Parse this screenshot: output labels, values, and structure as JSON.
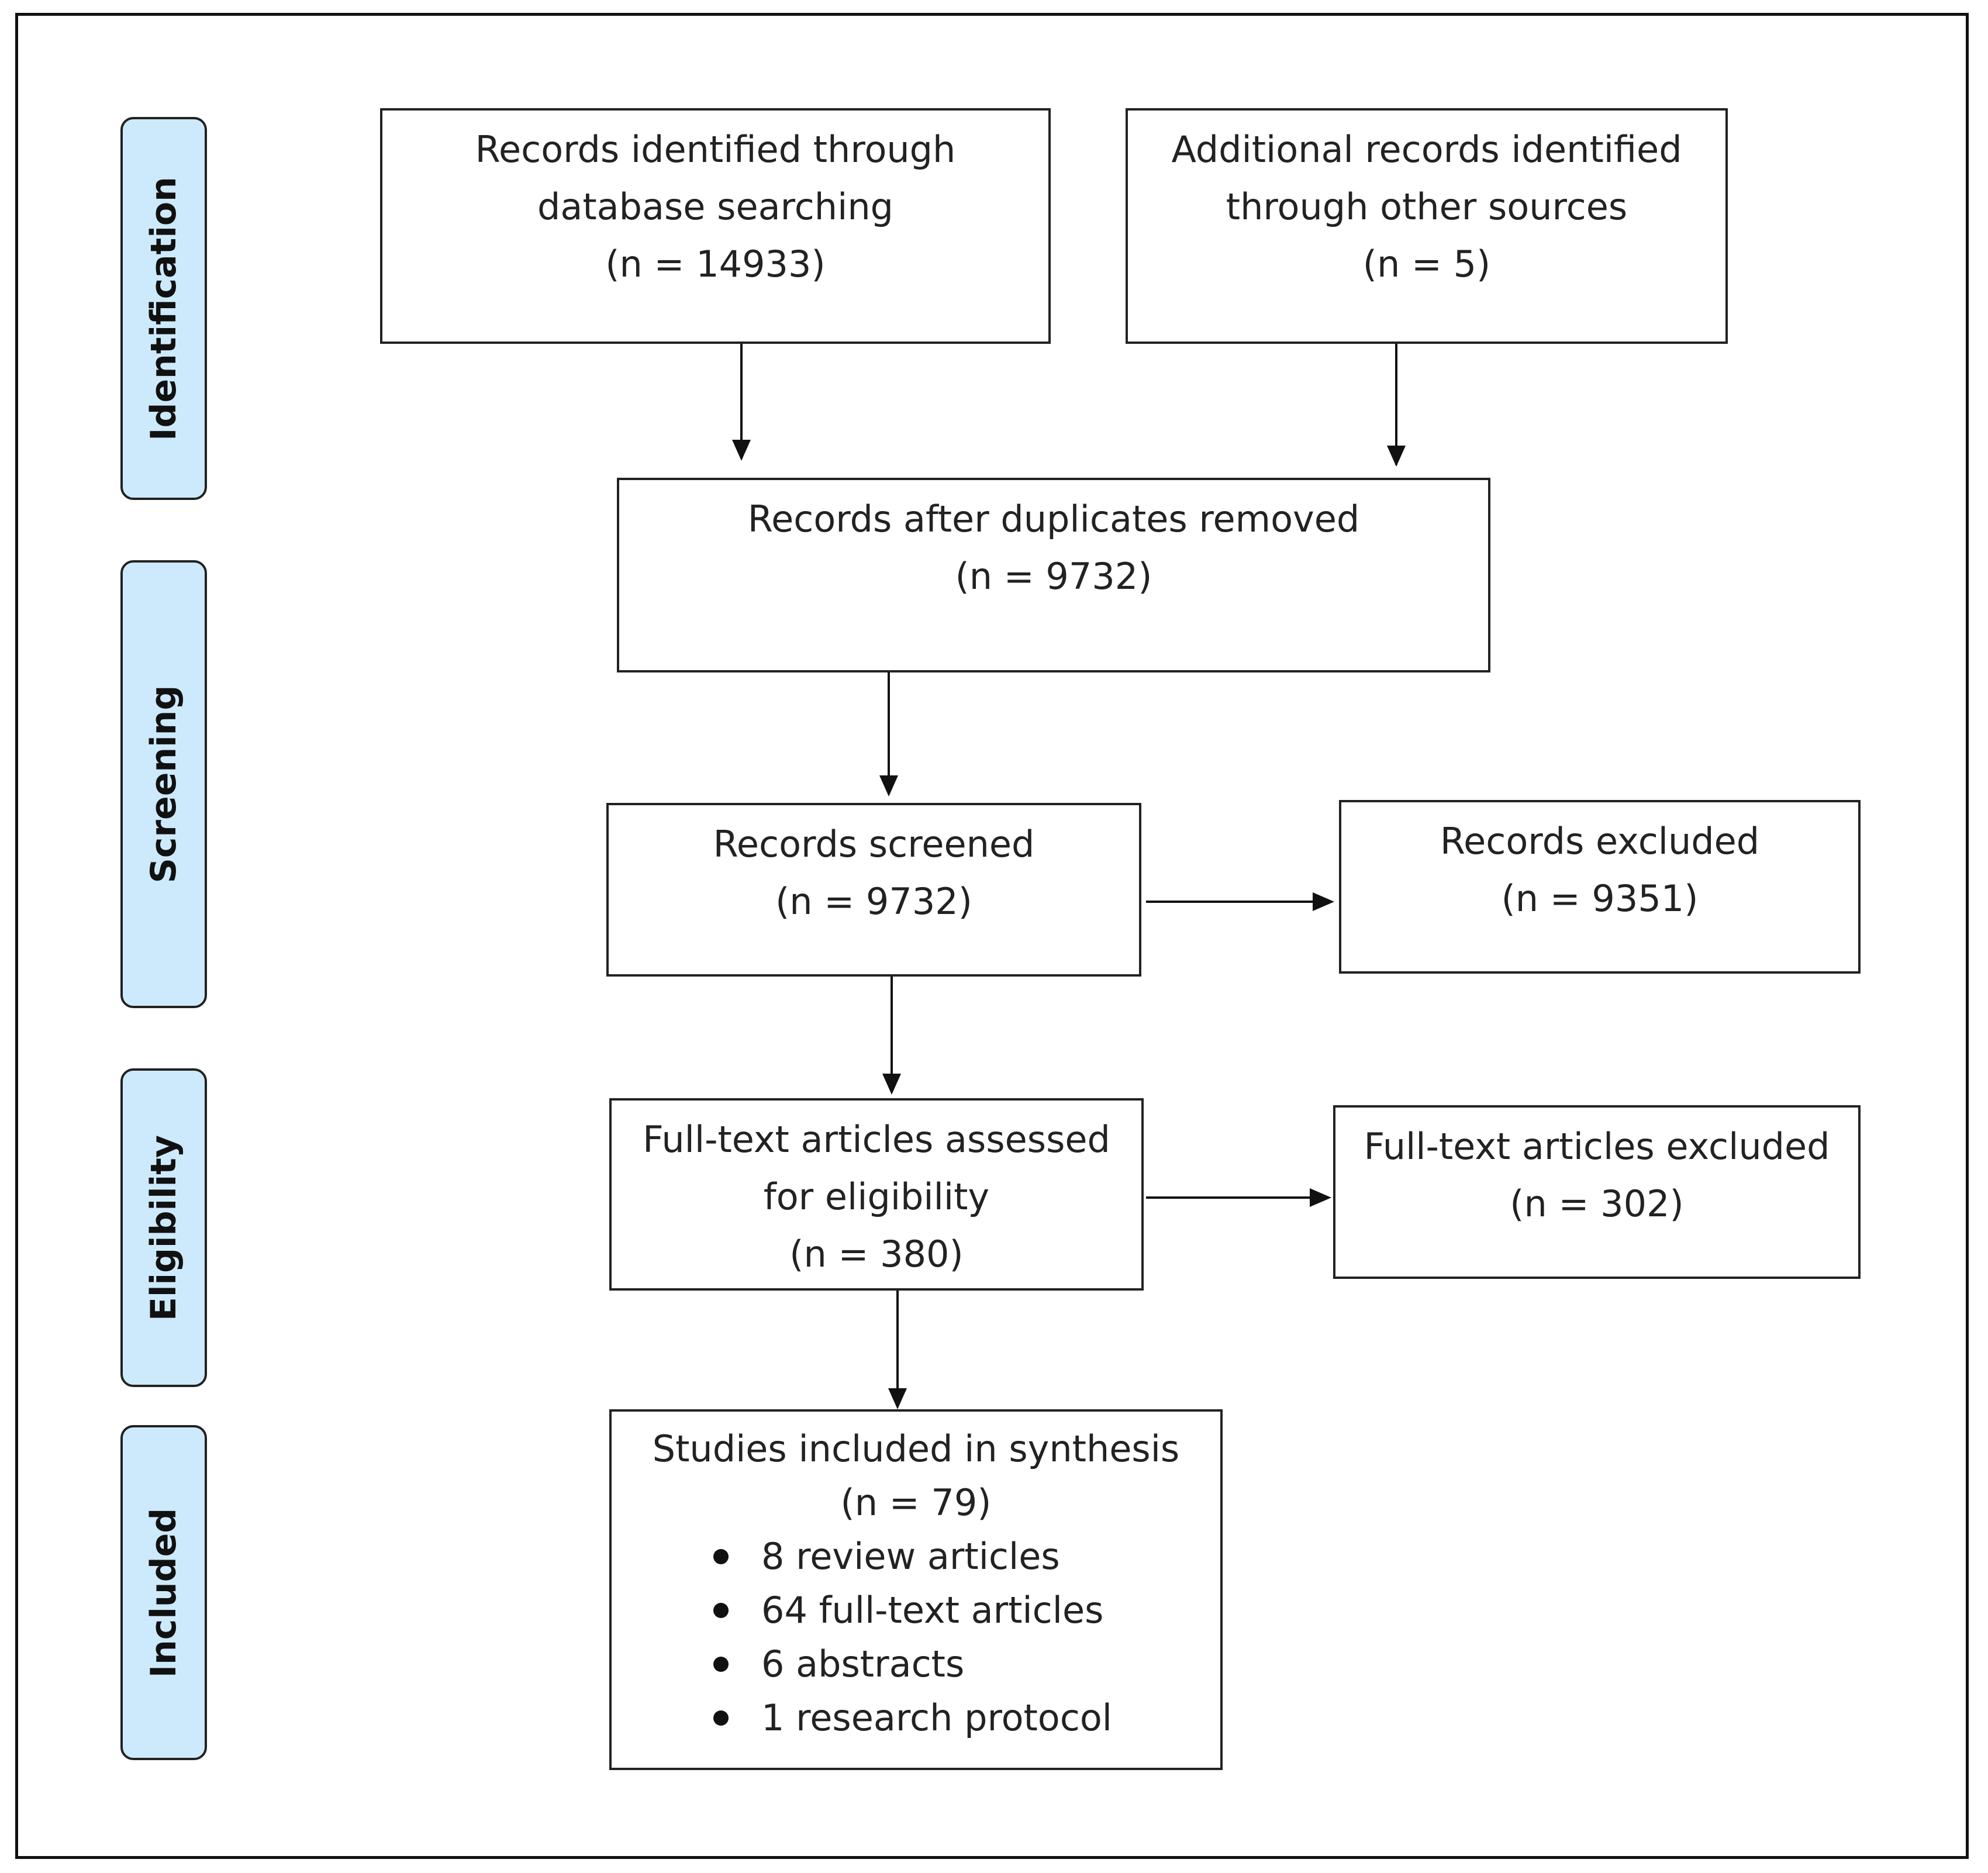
{
  "phases": {
    "identification": "Identification",
    "screening": "Screening",
    "eligibility": "Eligibility",
    "included": "Included"
  },
  "boxes": {
    "database": {
      "line1": "Records identified through",
      "line2": "database searching",
      "count": "(n = 14933)"
    },
    "other_sources": {
      "line1": "Additional records identified",
      "line2": "through other sources",
      "count": "(n = 5)"
    },
    "after_duplicates": {
      "line1": "Records after duplicates removed",
      "count": "(n = 9732)"
    },
    "screened": {
      "line1": "Records screened",
      "count": "(n = 9732)"
    },
    "excluded": {
      "line1": "Records excluded",
      "count": "(n = 9351)"
    },
    "fulltext_assessed": {
      "line1": "Full-text articles assessed",
      "line2": "for eligibility",
      "count": "(n = 380)"
    },
    "fulltext_excluded": {
      "line1": "Full-text articles excluded",
      "count": "(n = 302)"
    },
    "included": {
      "line1": "Studies included in synthesis",
      "count": "(n = 79)",
      "items": [
        "8 review articles",
        "64 full-text articles",
        "6 abstracts",
        "1 research protocol"
      ]
    }
  }
}
